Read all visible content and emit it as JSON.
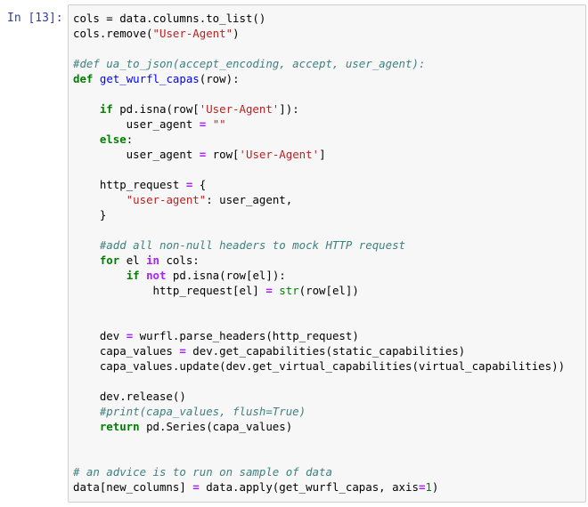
{
  "cell": {
    "prompt": "In [13]:",
    "code_lines": [
      [
        {
          "t": "cols = data.columns.to_list()",
          "c": ""
        }
      ],
      [
        {
          "t": "cols.remove(",
          "c": ""
        },
        {
          "t": "\"User-Agent\"",
          "c": "str"
        },
        {
          "t": ")",
          "c": ""
        }
      ],
      [],
      [
        {
          "t": "#def ua_to_json(accept_encoding, accept, user_agent):",
          "c": "cm"
        }
      ],
      [
        {
          "t": "def",
          "c": "kw"
        },
        {
          "t": " ",
          "c": ""
        },
        {
          "t": "get_wurfl_capas",
          "c": "fn"
        },
        {
          "t": "(row):",
          "c": ""
        }
      ],
      [],
      [
        {
          "t": "    ",
          "c": ""
        },
        {
          "t": "if",
          "c": "kw"
        },
        {
          "t": " pd.isna(row[",
          "c": ""
        },
        {
          "t": "'User-Agent'",
          "c": "str"
        },
        {
          "t": "]):",
          "c": ""
        }
      ],
      [
        {
          "t": "        user_agent ",
          "c": ""
        },
        {
          "t": "=",
          "c": "op"
        },
        {
          "t": " ",
          "c": ""
        },
        {
          "t": "\"\"",
          "c": "str"
        }
      ],
      [
        {
          "t": "    ",
          "c": ""
        },
        {
          "t": "else",
          "c": "kw"
        },
        {
          "t": ":",
          "c": ""
        }
      ],
      [
        {
          "t": "        user_agent ",
          "c": ""
        },
        {
          "t": "=",
          "c": "op"
        },
        {
          "t": " row[",
          "c": ""
        },
        {
          "t": "'User-Agent'",
          "c": "str"
        },
        {
          "t": "]",
          "c": ""
        }
      ],
      [],
      [
        {
          "t": "    http_request ",
          "c": ""
        },
        {
          "t": "=",
          "c": "op"
        },
        {
          "t": " {",
          "c": ""
        }
      ],
      [
        {
          "t": "        ",
          "c": ""
        },
        {
          "t": "\"user-agent\"",
          "c": "str"
        },
        {
          "t": ": user_agent,",
          "c": ""
        }
      ],
      [
        {
          "t": "    }",
          "c": ""
        }
      ],
      [],
      [
        {
          "t": "    ",
          "c": ""
        },
        {
          "t": "#add all non-null headers to mock HTTP request",
          "c": "cm"
        }
      ],
      [
        {
          "t": "    ",
          "c": ""
        },
        {
          "t": "for",
          "c": "kw"
        },
        {
          "t": " el ",
          "c": ""
        },
        {
          "t": "in",
          "c": "op"
        },
        {
          "t": " cols:",
          "c": ""
        }
      ],
      [
        {
          "t": "        ",
          "c": ""
        },
        {
          "t": "if",
          "c": "kw"
        },
        {
          "t": " ",
          "c": ""
        },
        {
          "t": "not",
          "c": "op"
        },
        {
          "t": " pd.isna(row[el]):",
          "c": ""
        }
      ],
      [
        {
          "t": "            http_request[el] ",
          "c": ""
        },
        {
          "t": "=",
          "c": "op"
        },
        {
          "t": " ",
          "c": ""
        },
        {
          "t": "str",
          "c": "bi"
        },
        {
          "t": "(row[el])",
          "c": ""
        }
      ],
      [],
      [],
      [
        {
          "t": "    dev ",
          "c": ""
        },
        {
          "t": "=",
          "c": "op"
        },
        {
          "t": " wurfl.parse_headers(http_request)",
          "c": ""
        }
      ],
      [
        {
          "t": "    capa_values ",
          "c": ""
        },
        {
          "t": "=",
          "c": "op"
        },
        {
          "t": " dev.get_capabilities(static_capabilities)",
          "c": ""
        }
      ],
      [
        {
          "t": "    capa_values.update(dev.get_virtual_capabilities(virtual_capabilities))",
          "c": ""
        }
      ],
      [],
      [
        {
          "t": "    dev.release()",
          "c": ""
        }
      ],
      [
        {
          "t": "    ",
          "c": ""
        },
        {
          "t": "#print(capa_values, flush=True)",
          "c": "cm"
        }
      ],
      [
        {
          "t": "    ",
          "c": ""
        },
        {
          "t": "return",
          "c": "kw"
        },
        {
          "t": " pd.Series(capa_values)",
          "c": ""
        }
      ],
      [],
      [],
      [
        {
          "t": "# an advice is to run on sample of data",
          "c": "cm"
        }
      ],
      [
        {
          "t": "data[new_columns] ",
          "c": ""
        },
        {
          "t": "=",
          "c": "op"
        },
        {
          "t": " data.apply(get_wurfl_capas, axis",
          "c": ""
        },
        {
          "t": "=",
          "c": "op"
        },
        {
          "t": "1",
          "c": "num"
        },
        {
          "t": ")",
          "c": ""
        }
      ]
    ]
  }
}
